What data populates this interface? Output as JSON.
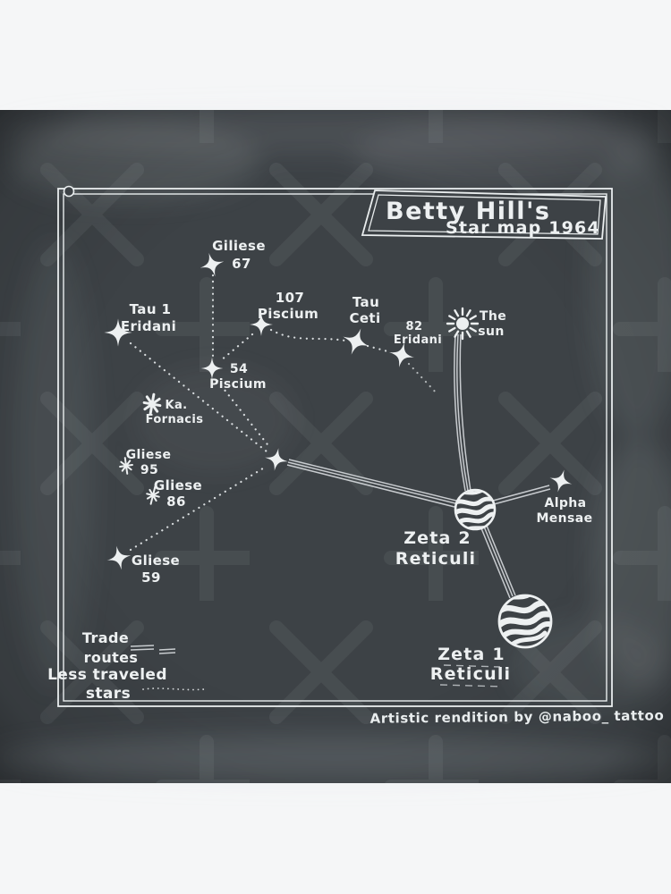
{
  "artwork": {
    "title": {
      "line1": "Betty Hill's",
      "line2": "Star map 1964"
    },
    "credit": "Artistic rendition by @naboo_ tattoo",
    "stars": [
      {
        "id": "giliese-67",
        "label1": "Giliese",
        "label2": "67"
      },
      {
        "id": "tau-1-eridani",
        "label1": "Tau 1",
        "label2": "Eridani"
      },
      {
        "id": "107-piscium",
        "label1": "107",
        "label2": "Piscium"
      },
      {
        "id": "tau-ceti",
        "label1": "Tau",
        "label2": "Ceti"
      },
      {
        "id": "82-eridani",
        "label1": "82",
        "label2": "Eridani"
      },
      {
        "id": "the-sun",
        "label1": "The",
        "label2": "sun"
      },
      {
        "id": "54-piscium",
        "label1": "54",
        "label2": "Piscium"
      },
      {
        "id": "ka-fornacis",
        "label1": "Ka.",
        "label2": "Fornacis"
      },
      {
        "id": "gliese-95",
        "label1": "Gliese",
        "label2": "95"
      },
      {
        "id": "gliese-86",
        "label1": "Gliese",
        "label2": "86"
      },
      {
        "id": "gliese-59",
        "label1": "Gliese",
        "label2": "59"
      },
      {
        "id": "alpha-mensae",
        "label1": "Alpha",
        "label2": "Mensae"
      }
    ],
    "planets": [
      {
        "id": "zeta-2-reticuli",
        "label1": "Zeta 2",
        "label2": "Reticuli"
      },
      {
        "id": "zeta-1-reticuli",
        "label1": "Zeta 1",
        "label2": "Reticuli"
      }
    ],
    "legend": {
      "trade_routes_line1": "Trade",
      "trade_routes_line2": "routes",
      "less_traveled_line1": "Less traveled",
      "less_traveled_line2": "stars"
    },
    "colors": {
      "page_background": "#f5f6f7",
      "board_background": "#3d4246",
      "chalk_ink": "#edf0f1",
      "watermark": "#a9b0b5"
    }
  }
}
